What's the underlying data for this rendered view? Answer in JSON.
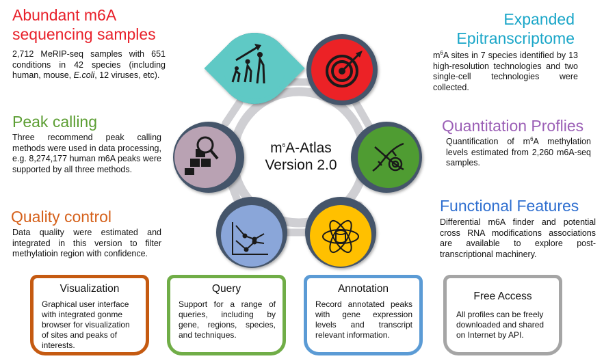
{
  "colors": {
    "red": "#e8202a",
    "teal": "#1aa6c8",
    "green": "#5c9e33",
    "purple": "#9b5fb6",
    "orange": "#d5601a",
    "blue": "#2f6fd0",
    "hub_ring": "#cfcfd3",
    "dark_slate": "#44546a",
    "petal_teal": "#5ec9c5",
    "petal_red": "#ec2228",
    "petal_green": "#4f9c31",
    "petal_mauve": "#b9a2b3",
    "petal_blue": "#8aa6d9",
    "petal_yellow": "#ffc000",
    "card_orange": "#c55a11",
    "card_green": "#70ad47",
    "card_blue": "#5b9bd5",
    "card_gray": "#a5a5a5"
  },
  "center": {
    "line1_base": "m",
    "line1_sup": "6",
    "line1_rest": "A-Atlas",
    "line2": "Version 2.0"
  },
  "sections": {
    "abundant": {
      "title_line1": "Abundant m6A",
      "title_line2": "sequencing samples",
      "text_a": "2,712 MeRIP-seq samples with 651 conditions in 42 species (including human, mouse, ",
      "text_italic": "E.coli",
      "text_b": ", 12 viruses, etc)."
    },
    "peak": {
      "title": "Peak calling",
      "text": "Three recommend peak calling methods were used in data processing, e.g. 8,274,177 human m6A peaks were supported by all three methods."
    },
    "quality": {
      "title": "Quality control",
      "text": "Data quality were estimated and integrated in this version to filter methylatioin region with confidence."
    },
    "expanded": {
      "title_line1": "Expanded",
      "title_line2": "Epitranscriptome",
      "text_base": "m",
      "text_sup": "6",
      "text_rest": "A sites in 7 species identified by 13 high-resolution technologies and two single-cell technologies were collected."
    },
    "quant": {
      "title": "Quantitation Proflies",
      "text_a": "Quantification of m",
      "text_sup": "6",
      "text_b": "A methylation levels estimated from 2,260 m6A-seq samples."
    },
    "functional": {
      "title": "Functional Features",
      "text": "Differential m6A finder and potential cross RNA modifications associations are available to explore post-transcriptional machinery."
    }
  },
  "cards": {
    "visualization": {
      "title": "Visualization",
      "text": "Graphical user interface with integrated gonme browser for visualization of sites and peaks of interests."
    },
    "query": {
      "title": "Query",
      "text": "Support for a range of queries, including by gene, regions, species, and techniques."
    },
    "annotation": {
      "title": "Annotation",
      "text": "Record annotated peaks with gene expression levels and transcript relevant information."
    },
    "free": {
      "title": "Free Access",
      "text": "All profiles can be freely downloaded and shared on Internet by API."
    }
  },
  "icons": {
    "teal": "evolution-icon",
    "red": "target-icon",
    "green": "dna-icon",
    "mauve": "database-search-icon",
    "blue": "line-chart-icon",
    "yellow": "atom-database-icon"
  }
}
